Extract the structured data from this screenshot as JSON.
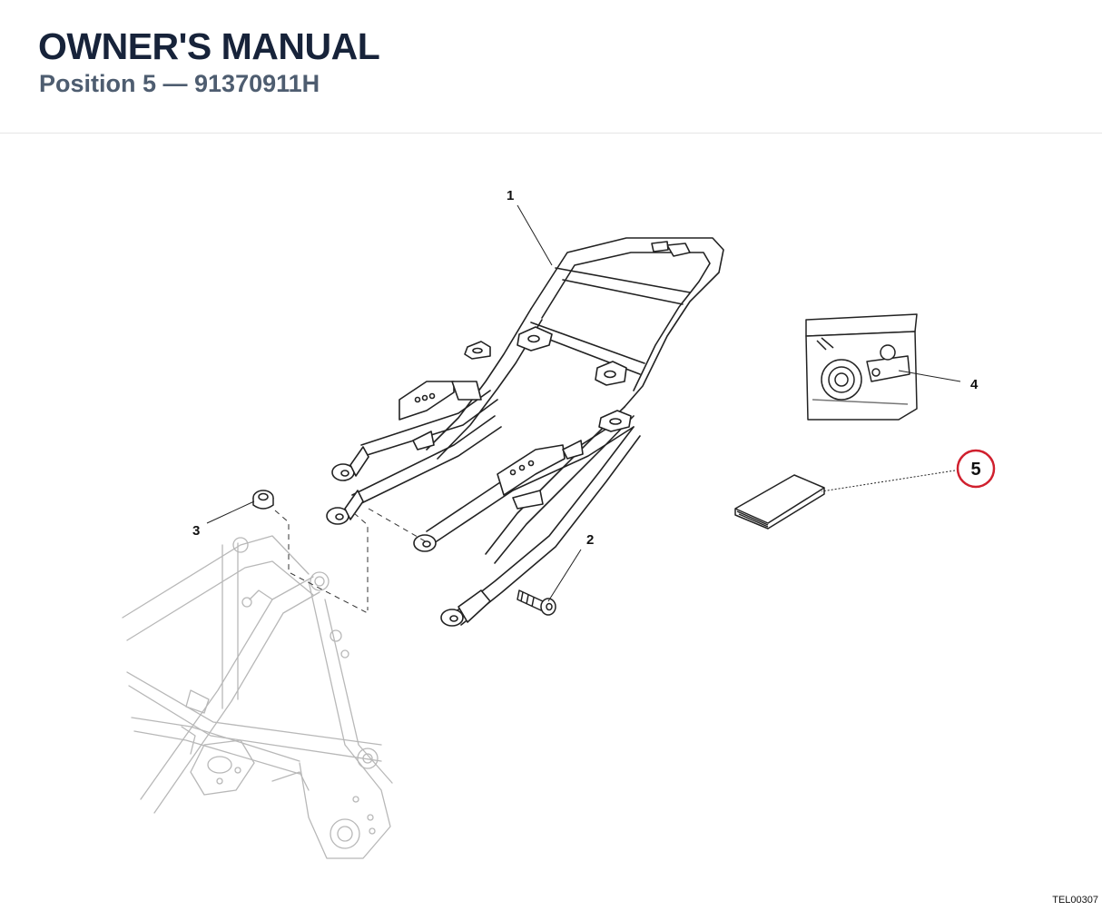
{
  "header": {
    "title": "OWNER'S MANUAL",
    "subtitle": "Position 5 — 91370911H"
  },
  "callouts": {
    "c1": "1",
    "c2": "2",
    "c3": "3",
    "c4": "4",
    "c5": "5"
  },
  "highlight_color": "#d0202e",
  "drawing_code": "TEL00307"
}
